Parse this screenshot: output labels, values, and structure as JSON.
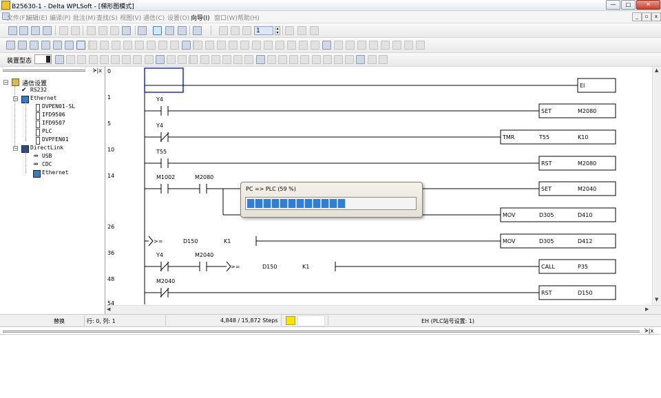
{
  "window": {
    "title": "B25630-1 - Delta WPLSoft - [梯形图模式]",
    "buttons": {
      "minimize": "—",
      "maximize": "□",
      "close": "✕"
    }
  },
  "menu": {
    "items": [
      {
        "label": "文件(F)",
        "enabled": false
      },
      {
        "label": "编辑(E)",
        "enabled": false
      },
      {
        "label": "编译(P)",
        "enabled": false
      },
      {
        "label": "批注(M)",
        "enabled": false
      },
      {
        "label": "查找(S)",
        "enabled": false
      },
      {
        "label": "视图(V)",
        "enabled": false
      },
      {
        "label": "通信(C)",
        "enabled": false
      },
      {
        "label": "设置(O)",
        "enabled": false
      },
      {
        "label": "向导(I)",
        "enabled": true
      },
      {
        "label": "窗口(W)",
        "enabled": false
      },
      {
        "label": "帮助(H)",
        "enabled": false
      }
    ],
    "mdi_buttons": {
      "minimize": "_",
      "restore": "▫",
      "close": "x"
    }
  },
  "toolbar": {
    "step_value": "1",
    "device_type_label": "装置型态"
  },
  "project_tree": {
    "panel_controls": "ᗒ|x",
    "root": {
      "label": "通信设置",
      "expander": "−"
    },
    "items": [
      {
        "label": "RS232",
        "icon": "check-icon"
      },
      {
        "label": "Ethernet",
        "icon": "network-icon",
        "expander": "−"
      },
      {
        "label": "DVPEN01-SL",
        "icon": "module-icon"
      },
      {
        "label": "IFD9506",
        "icon": "module-icon"
      },
      {
        "label": "IFD9507",
        "icon": "module-icon"
      },
      {
        "label": "PLC",
        "icon": "module-icon"
      },
      {
        "label": "DVPFEN01",
        "icon": "module-icon"
      },
      {
        "label": "DirectLink",
        "icon": "monitor-icon",
        "expander": "−"
      },
      {
        "label": "USB",
        "icon": "usb-icon"
      },
      {
        "label": "CDC",
        "icon": "usb-icon"
      },
      {
        "label": "Ethernet",
        "icon": "network-icon"
      }
    ]
  },
  "ladder": {
    "rung_numbers": [
      "0",
      "1",
      "5",
      "10",
      "14",
      "26",
      "36",
      "48",
      "54"
    ],
    "contacts": [
      {
        "label": "Y4",
        "type": "NO"
      },
      {
        "label": "Y4",
        "type": "NC"
      },
      {
        "label": "T55",
        "type": "NO"
      },
      {
        "label": "M1002",
        "type": "NO"
      },
      {
        "label": "M2080",
        "type": "NO"
      },
      {
        "label": "Y4",
        "type": "NC"
      },
      {
        "label": "M2040",
        "type": "NO"
      },
      {
        "label": "M2040",
        "type": "NC"
      }
    ],
    "compares": [
      {
        "op": ">=",
        "a": "D150",
        "b": "K1"
      },
      {
        "op": ">=",
        "a": "D150",
        "b": "K1"
      }
    ],
    "instructions": [
      {
        "op": "EI",
        "a": "",
        "b": ""
      },
      {
        "op": "SET",
        "a": "M2080",
        "b": ""
      },
      {
        "op": "TMR",
        "a": "T55",
        "b": "K10"
      },
      {
        "op": "RST",
        "a": "M2080",
        "b": ""
      },
      {
        "op": "SET",
        "a": "M2040",
        "b": ""
      },
      {
        "op": "MOV",
        "a": "D305",
        "b": "D410"
      },
      {
        "op": "MOV",
        "a": "D305",
        "b": "D412"
      },
      {
        "op": "CALL",
        "a": "P35",
        "b": ""
      },
      {
        "op": "RST",
        "a": "D150",
        "b": ""
      }
    ]
  },
  "status": {
    "mode": "替换",
    "position": "行: 0, 列: 1",
    "steps": "4,848 / 15,872 Steps",
    "plc": "EH (PLC站号设置: 1)"
  },
  "output_panel": {
    "controls": "ᗒ|x"
  },
  "progress_dialog": {
    "title": "PC => PLC (59 %)",
    "percent": 59
  }
}
